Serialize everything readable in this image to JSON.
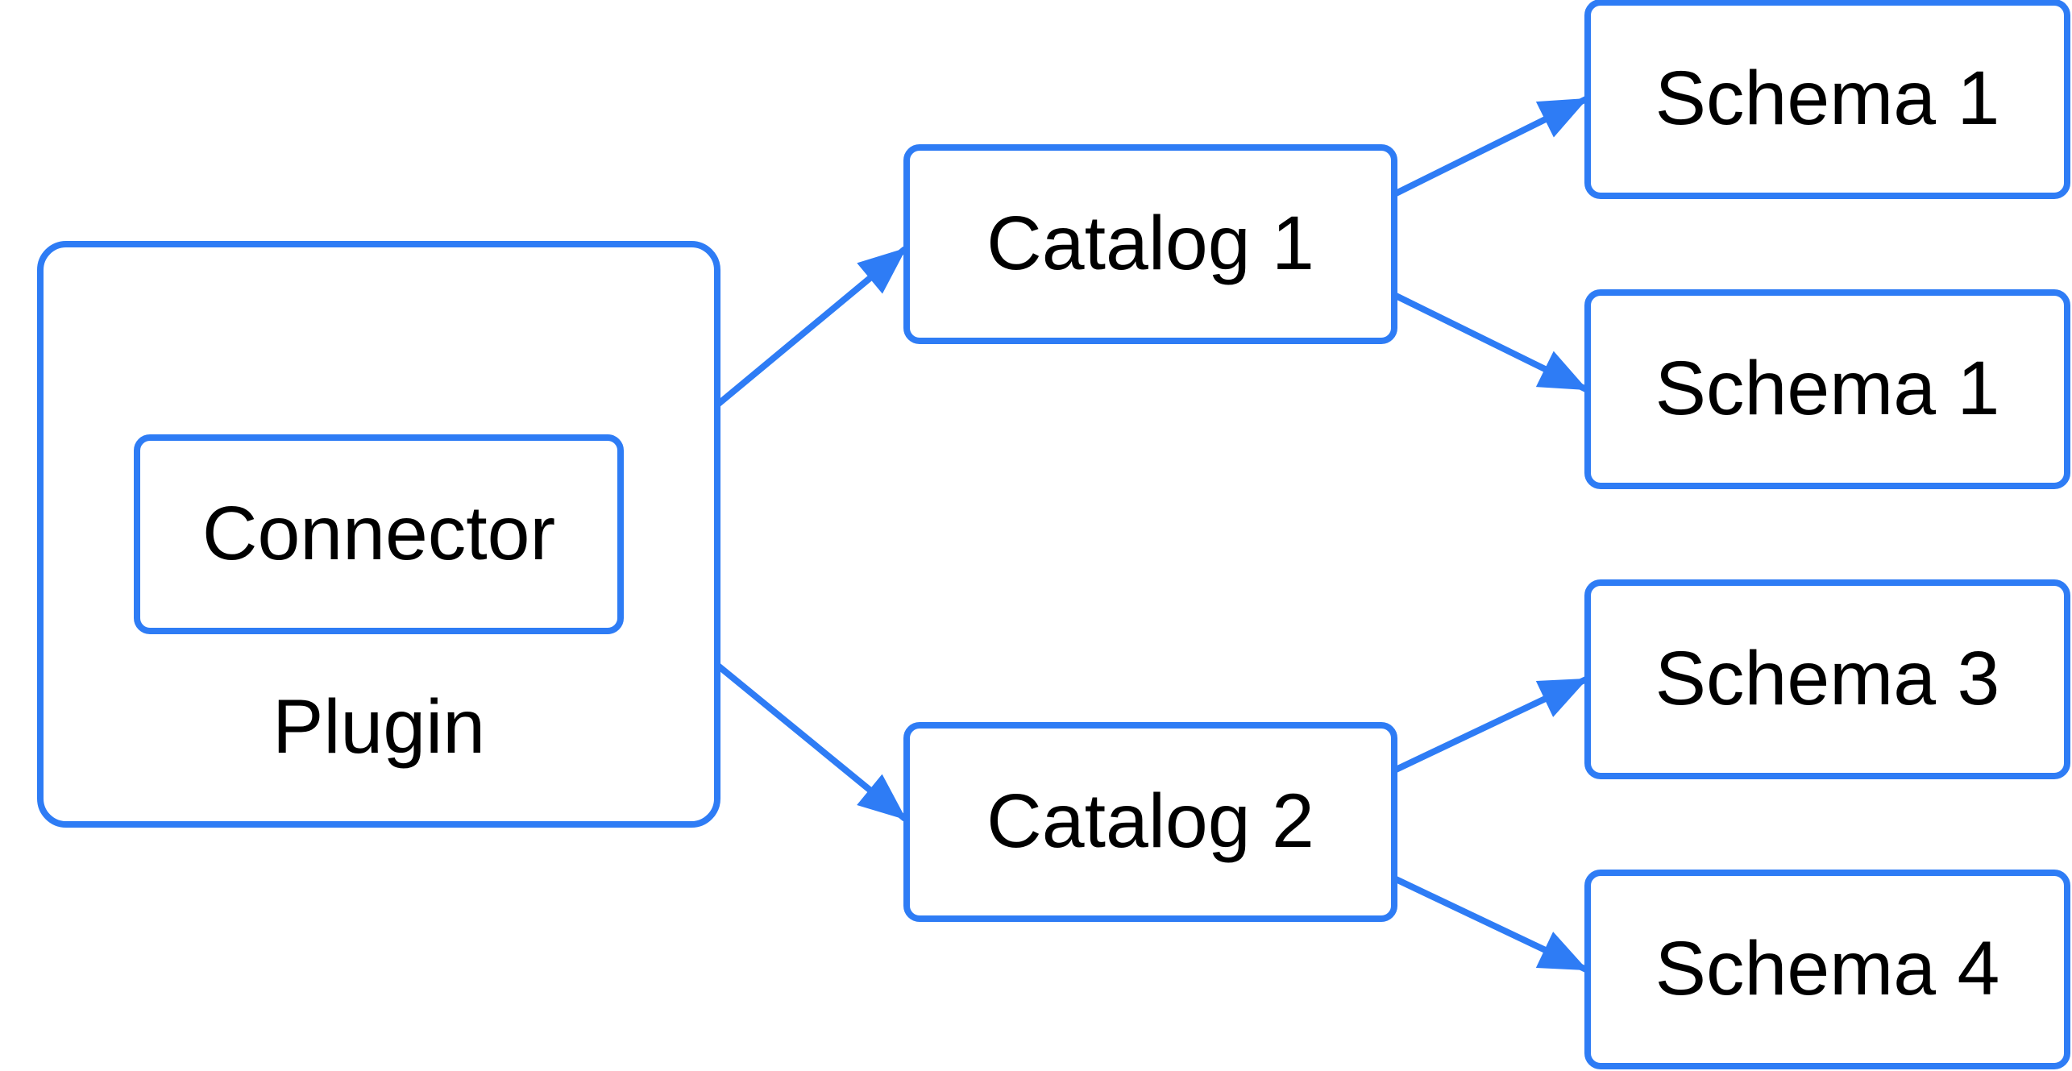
{
  "diagram": {
    "background_color": "#ffffff",
    "accent_color": "#2E7CF5",
    "text_color": "#000000",
    "nodes": {
      "plugin": {
        "label": "Plugin"
      },
      "connector": {
        "label": "Connector"
      },
      "catalog1": {
        "label": "Catalog 1"
      },
      "catalog2": {
        "label": "Catalog 2"
      },
      "schema1a": {
        "label": "Schema 1"
      },
      "schema1b": {
        "label": "Schema 1"
      },
      "schema3": {
        "label": "Schema 3"
      },
      "schema4": {
        "label": "Schema 4"
      }
    },
    "edges": [
      {
        "from": "Connector",
        "to": "Catalog 1"
      },
      {
        "from": "Connector",
        "to": "Catalog 2"
      },
      {
        "from": "Catalog 1",
        "to": "Schema 1"
      },
      {
        "from": "Catalog 1",
        "to": "Schema 1"
      },
      {
        "from": "Catalog 2",
        "to": "Schema 3"
      },
      {
        "from": "Catalog 2",
        "to": "Schema 4"
      }
    ]
  }
}
